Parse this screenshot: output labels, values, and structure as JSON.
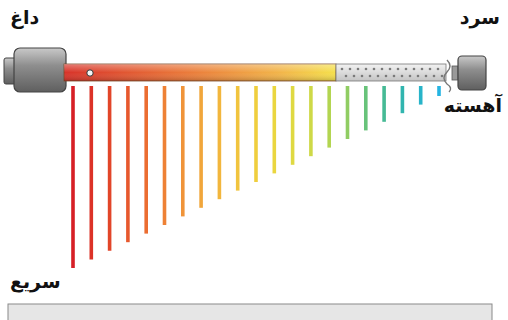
{
  "diagram": {
    "labels": [
      "داغ",
      "سرد",
      "آهسته",
      "سریع"
    ]
  }
}
